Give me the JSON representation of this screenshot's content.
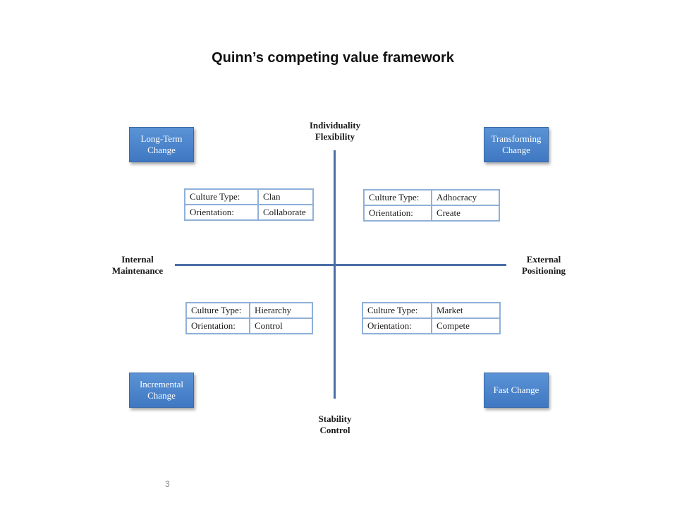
{
  "title": "Quinn’s competing value framework",
  "axes": {
    "top": [
      "Individuality",
      "Flexibility"
    ],
    "bottom": [
      "Stability",
      "Control"
    ],
    "left": [
      "Internal",
      "Maintenance"
    ],
    "right": [
      "External",
      "Positioning"
    ]
  },
  "change_boxes": {
    "top_left": [
      "Long-Term",
      "Change"
    ],
    "top_right": [
      "Transforming",
      "Change"
    ],
    "bottom_left": [
      "Incremental",
      "Change"
    ],
    "bottom_right": [
      "Fast Change"
    ]
  },
  "quadrants": {
    "top_left": {
      "culture_label": "Culture Type:",
      "culture": "Clan",
      "orientation_label": "Orientation:",
      "orientation": "Collaborate"
    },
    "top_right": {
      "culture_label": "Culture Type:",
      "culture": "Adhocracy",
      "orientation_label": "Orientation:",
      "orientation": "Create"
    },
    "bottom_left": {
      "culture_label": "Culture Type:",
      "culture": "Hierarchy",
      "orientation_label": "Orientation:",
      "orientation": "Control"
    },
    "bottom_right": {
      "culture_label": "Culture Type:",
      "culture": "Market",
      "orientation_label": "Orientation:",
      "orientation": "Compete"
    }
  },
  "page_number": "3",
  "colors": {
    "axis": "#4a6fa5",
    "box_fill": "#4a85cc",
    "table_border": "#8fb0d9"
  }
}
